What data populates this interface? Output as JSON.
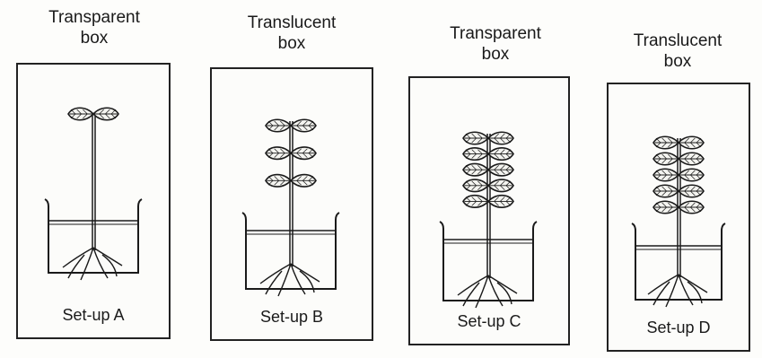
{
  "setups": [
    {
      "title": "Transparent\nbox",
      "label": "Set-up A",
      "leaf_pairs": 1
    },
    {
      "title": "Translucent\nbox",
      "label": "Set-up B",
      "leaf_pairs": 3
    },
    {
      "title": "Transparent\nbox",
      "label": "Set-up C",
      "leaf_pairs": 5
    },
    {
      "title": "Translucent\nbox",
      "label": "Set-up D",
      "leaf_pairs": 5
    }
  ]
}
